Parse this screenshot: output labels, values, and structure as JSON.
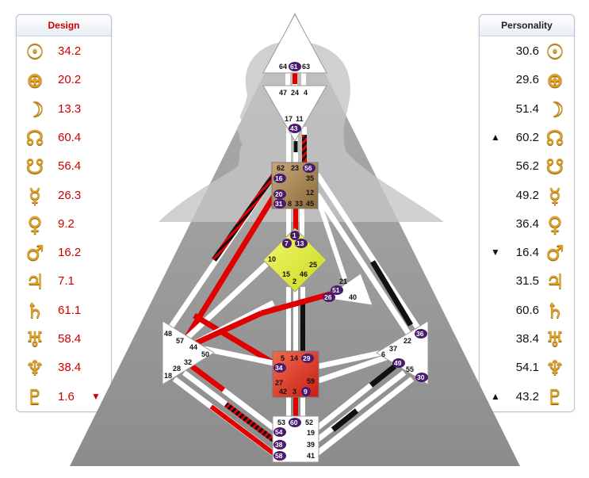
{
  "design": {
    "title": "Design",
    "rows": [
      {
        "icon": "sun-icon",
        "glyph": "☉",
        "value": "34.2",
        "arrow": ""
      },
      {
        "icon": "earth-icon",
        "glyph": "⊕",
        "value": "20.2",
        "arrow": ""
      },
      {
        "icon": "moon-icon",
        "glyph": "☽",
        "value": "13.3",
        "arrow": ""
      },
      {
        "icon": "north-node-icon",
        "glyph": "☊",
        "value": "60.4",
        "arrow": ""
      },
      {
        "icon": "south-node-icon",
        "glyph": "☋",
        "value": "56.4",
        "arrow": ""
      },
      {
        "icon": "mercury-icon",
        "glyph": "☿",
        "value": "26.3",
        "arrow": ""
      },
      {
        "icon": "venus-icon",
        "glyph": "♀",
        "value": "9.2",
        "arrow": ""
      },
      {
        "icon": "mars-icon",
        "glyph": "♂",
        "value": "16.2",
        "arrow": ""
      },
      {
        "icon": "jupiter-icon",
        "glyph": "♃",
        "value": "7.1",
        "arrow": ""
      },
      {
        "icon": "saturn-icon",
        "glyph": "♄",
        "value": "61.1",
        "arrow": ""
      },
      {
        "icon": "uranus-icon",
        "glyph": "♅",
        "value": "58.4",
        "arrow": ""
      },
      {
        "icon": "neptune-icon",
        "glyph": "♆",
        "value": "38.4",
        "arrow": ""
      },
      {
        "icon": "pluto-icon",
        "glyph": "♇",
        "value": "1.6",
        "arrow": "▼"
      }
    ]
  },
  "personality": {
    "title": "Personality",
    "rows": [
      {
        "icon": "sun-icon",
        "glyph": "☉",
        "value": "30.6",
        "arrow": ""
      },
      {
        "icon": "earth-icon",
        "glyph": "⊕",
        "value": "29.6",
        "arrow": ""
      },
      {
        "icon": "moon-icon",
        "glyph": "☽",
        "value": "51.4",
        "arrow": ""
      },
      {
        "icon": "north-node-icon",
        "glyph": "☊",
        "value": "60.2",
        "arrow": "▲"
      },
      {
        "icon": "south-node-icon",
        "glyph": "☋",
        "value": "56.2",
        "arrow": ""
      },
      {
        "icon": "mercury-icon",
        "glyph": "☿",
        "value": "49.2",
        "arrow": ""
      },
      {
        "icon": "venus-icon",
        "glyph": "♀",
        "value": "36.4",
        "arrow": ""
      },
      {
        "icon": "mars-icon",
        "glyph": "♂",
        "value": "16.4",
        "arrow": "▼"
      },
      {
        "icon": "jupiter-icon",
        "glyph": "♃",
        "value": "31.5",
        "arrow": ""
      },
      {
        "icon": "saturn-icon",
        "glyph": "♄",
        "value": "60.6",
        "arrow": ""
      },
      {
        "icon": "uranus-icon",
        "glyph": "♅",
        "value": "38.4",
        "arrow": ""
      },
      {
        "icon": "neptune-icon",
        "glyph": "♆",
        "value": "54.1",
        "arrow": ""
      },
      {
        "icon": "pluto-icon",
        "glyph": "♇",
        "value": "43.2",
        "arrow": "▲"
      }
    ]
  },
  "colors": {
    "design": "#cc0000",
    "personality": "#111111",
    "activated_gate": "#4a1a6e",
    "glyph": "#e0a020",
    "head_center": "#ffffff",
    "ajna_center": "#e4f046",
    "throat_center": "#b08a58",
    "sacral_center": "#e0352a",
    "background": "#a0a0a0"
  },
  "gates": {
    "head": [
      "64",
      "61",
      "63"
    ],
    "ajna": [
      "47",
      "24",
      "4",
      "17",
      "11",
      "43"
    ],
    "throat": [
      "62",
      "23",
      "56",
      "16",
      "35",
      "20",
      "12",
      "31",
      "8",
      "33",
      "45"
    ],
    "g": [
      "1",
      "7",
      "13",
      "10",
      "25",
      "15",
      "46",
      "2"
    ],
    "ego": [
      "21",
      "51",
      "26",
      "40"
    ],
    "spleen": [
      "48",
      "57",
      "44",
      "50",
      "32",
      "28",
      "18"
    ],
    "solar_plexus": [
      "36",
      "22",
      "6",
      "37",
      "49",
      "55",
      "30"
    ],
    "sacral": [
      "5",
      "14",
      "29",
      "34",
      "27",
      "59",
      "42",
      "3",
      "9"
    ],
    "root": [
      "53",
      "60",
      "52",
      "54",
      "19",
      "38",
      "39",
      "58",
      "41"
    ]
  }
}
